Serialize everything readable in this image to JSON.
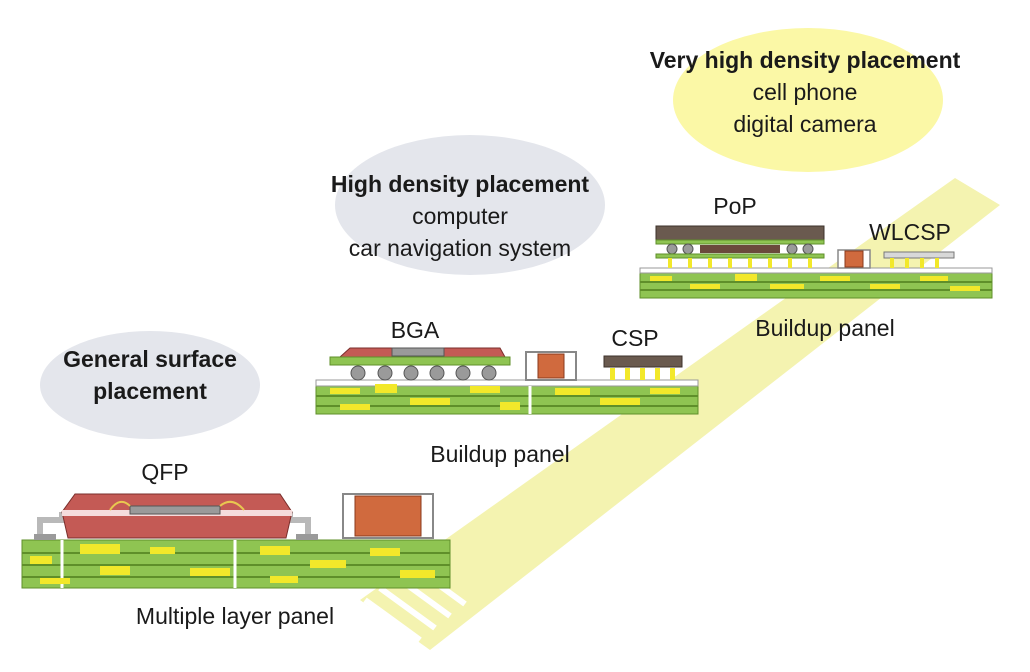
{
  "tiers": [
    {
      "heading": "General surface placement",
      "heading_lines": [
        "General surface",
        "placement"
      ],
      "examples": [],
      "bubble_color": "#e4e6ec",
      "panel_label": "Multiple layer panel",
      "packages": [
        "QFP"
      ]
    },
    {
      "heading": "High density placement",
      "examples": [
        "computer",
        "car navigation system"
      ],
      "bubble_color": "#e4e6ec",
      "panel_label": "Buildup panel",
      "packages": [
        "BGA",
        "CSP"
      ]
    },
    {
      "heading": "Very high density placement",
      "examples": [
        "cell phone",
        "digital camera"
      ],
      "bubble_color": "#fbf8a6",
      "panel_label": "Buildup panel",
      "packages": [
        "PoP",
        "WLCSP"
      ]
    }
  ],
  "colors": {
    "board_green": "#8fc452",
    "trace_yellow": "#f2e82a",
    "package_red": "#c45a55",
    "package_dark": "#6a5a4f",
    "chip_orange": "#d06a3e",
    "arrow_yellow": "#f4f3b0"
  }
}
